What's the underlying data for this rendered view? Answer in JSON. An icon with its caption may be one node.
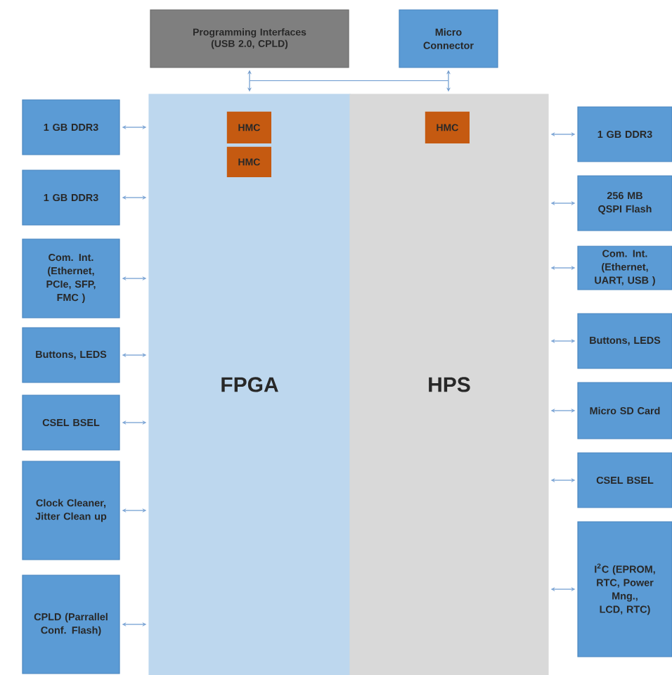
{
  "diagram": {
    "nodes": [
      {
        "text": [
          "Programming Interfaces (USB 2.0, CPLD)"
        ]
      },
      {
        "text": [
          "Micro Connector"
        ]
      },
      {
        "text": [
          "FPGA"
        ]
      },
      {
        "text": [
          "HPS"
        ]
      },
      {
        "text": [
          "HMC"
        ],
        "in": 2
      },
      {
        "text": [
          "HMC"
        ],
        "in": 2
      },
      {
        "text": [
          "HMC"
        ],
        "in": 3
      },
      {
        "text": [
          "1 GB DDR3"
        ]
      },
      {
        "text": [
          "1 GB DDR3"
        ]
      },
      {
        "text": [
          "Com. Int. (Ethernet, PCIe, SFP, FMC )"
        ]
      },
      {
        "text": [
          "Buttons, LEDS"
        ]
      },
      {
        "text": [
          "CSEL BSEL"
        ]
      },
      {
        "text": [
          "Clock Cleaner, Jitter Clean up"
        ]
      },
      {
        "text": [
          "CPLD (Parrallel Conf. Flash)"
        ]
      },
      {
        "text": [
          "1 GB DDR3"
        ]
      },
      {
        "text": [
          "256 MB QSPI Flash"
        ]
      },
      {
        "text": [
          "Com. Int. (Ethernet, UART, USB )"
        ]
      },
      {
        "text": [
          "Buttons, LEDS"
        ]
      },
      {
        "text": [
          "Micro SD Card"
        ]
      },
      {
        "text": [
          "CSEL BSEL"
        ]
      },
      {
        "text": [
          "I$^{2}$C (EPROM, RTC, Power Mng., LCD, RTC)"
        ]
      }
    ],
    "edges": [
      {
        "from": 0,
        "to": 2,
        "arrow": "both"
      },
      {
        "from": 1,
        "to": 3,
        "arrow": "both"
      },
      {
        "from": 0,
        "to": 3,
        "arrow": "both"
      },
      {
        "from": 1,
        "to": 2,
        "arrow": "both"
      },
      {
        "from": 7,
        "to": 2,
        "arrow": "both"
      },
      {
        "from": 8,
        "to": 2,
        "arrow": "both"
      },
      {
        "from": 9,
        "to": 2,
        "arrow": "both"
      },
      {
        "from": 10,
        "to": 2,
        "arrow": "both"
      },
      {
        "from": 11,
        "to": 2,
        "arrow": "both"
      },
      {
        "from": 12,
        "to": 2,
        "arrow": "both"
      },
      {
        "from": 13,
        "to": 2,
        "arrow": "both"
      },
      {
        "from": 14,
        "to": 3,
        "arrow": "both"
      },
      {
        "from": 15,
        "to": 3,
        "arrow": "both"
      },
      {
        "from": 16,
        "to": 3,
        "arrow": "both"
      },
      {
        "from": 17,
        "to": 3,
        "arrow": "both"
      },
      {
        "from": 18,
        "to": 3,
        "arrow": "both"
      },
      {
        "from": 19,
        "to": 3,
        "arrow": "both"
      },
      {
        "from": 20,
        "to": 3,
        "arrow": "both"
      }
    ]
  }
}
